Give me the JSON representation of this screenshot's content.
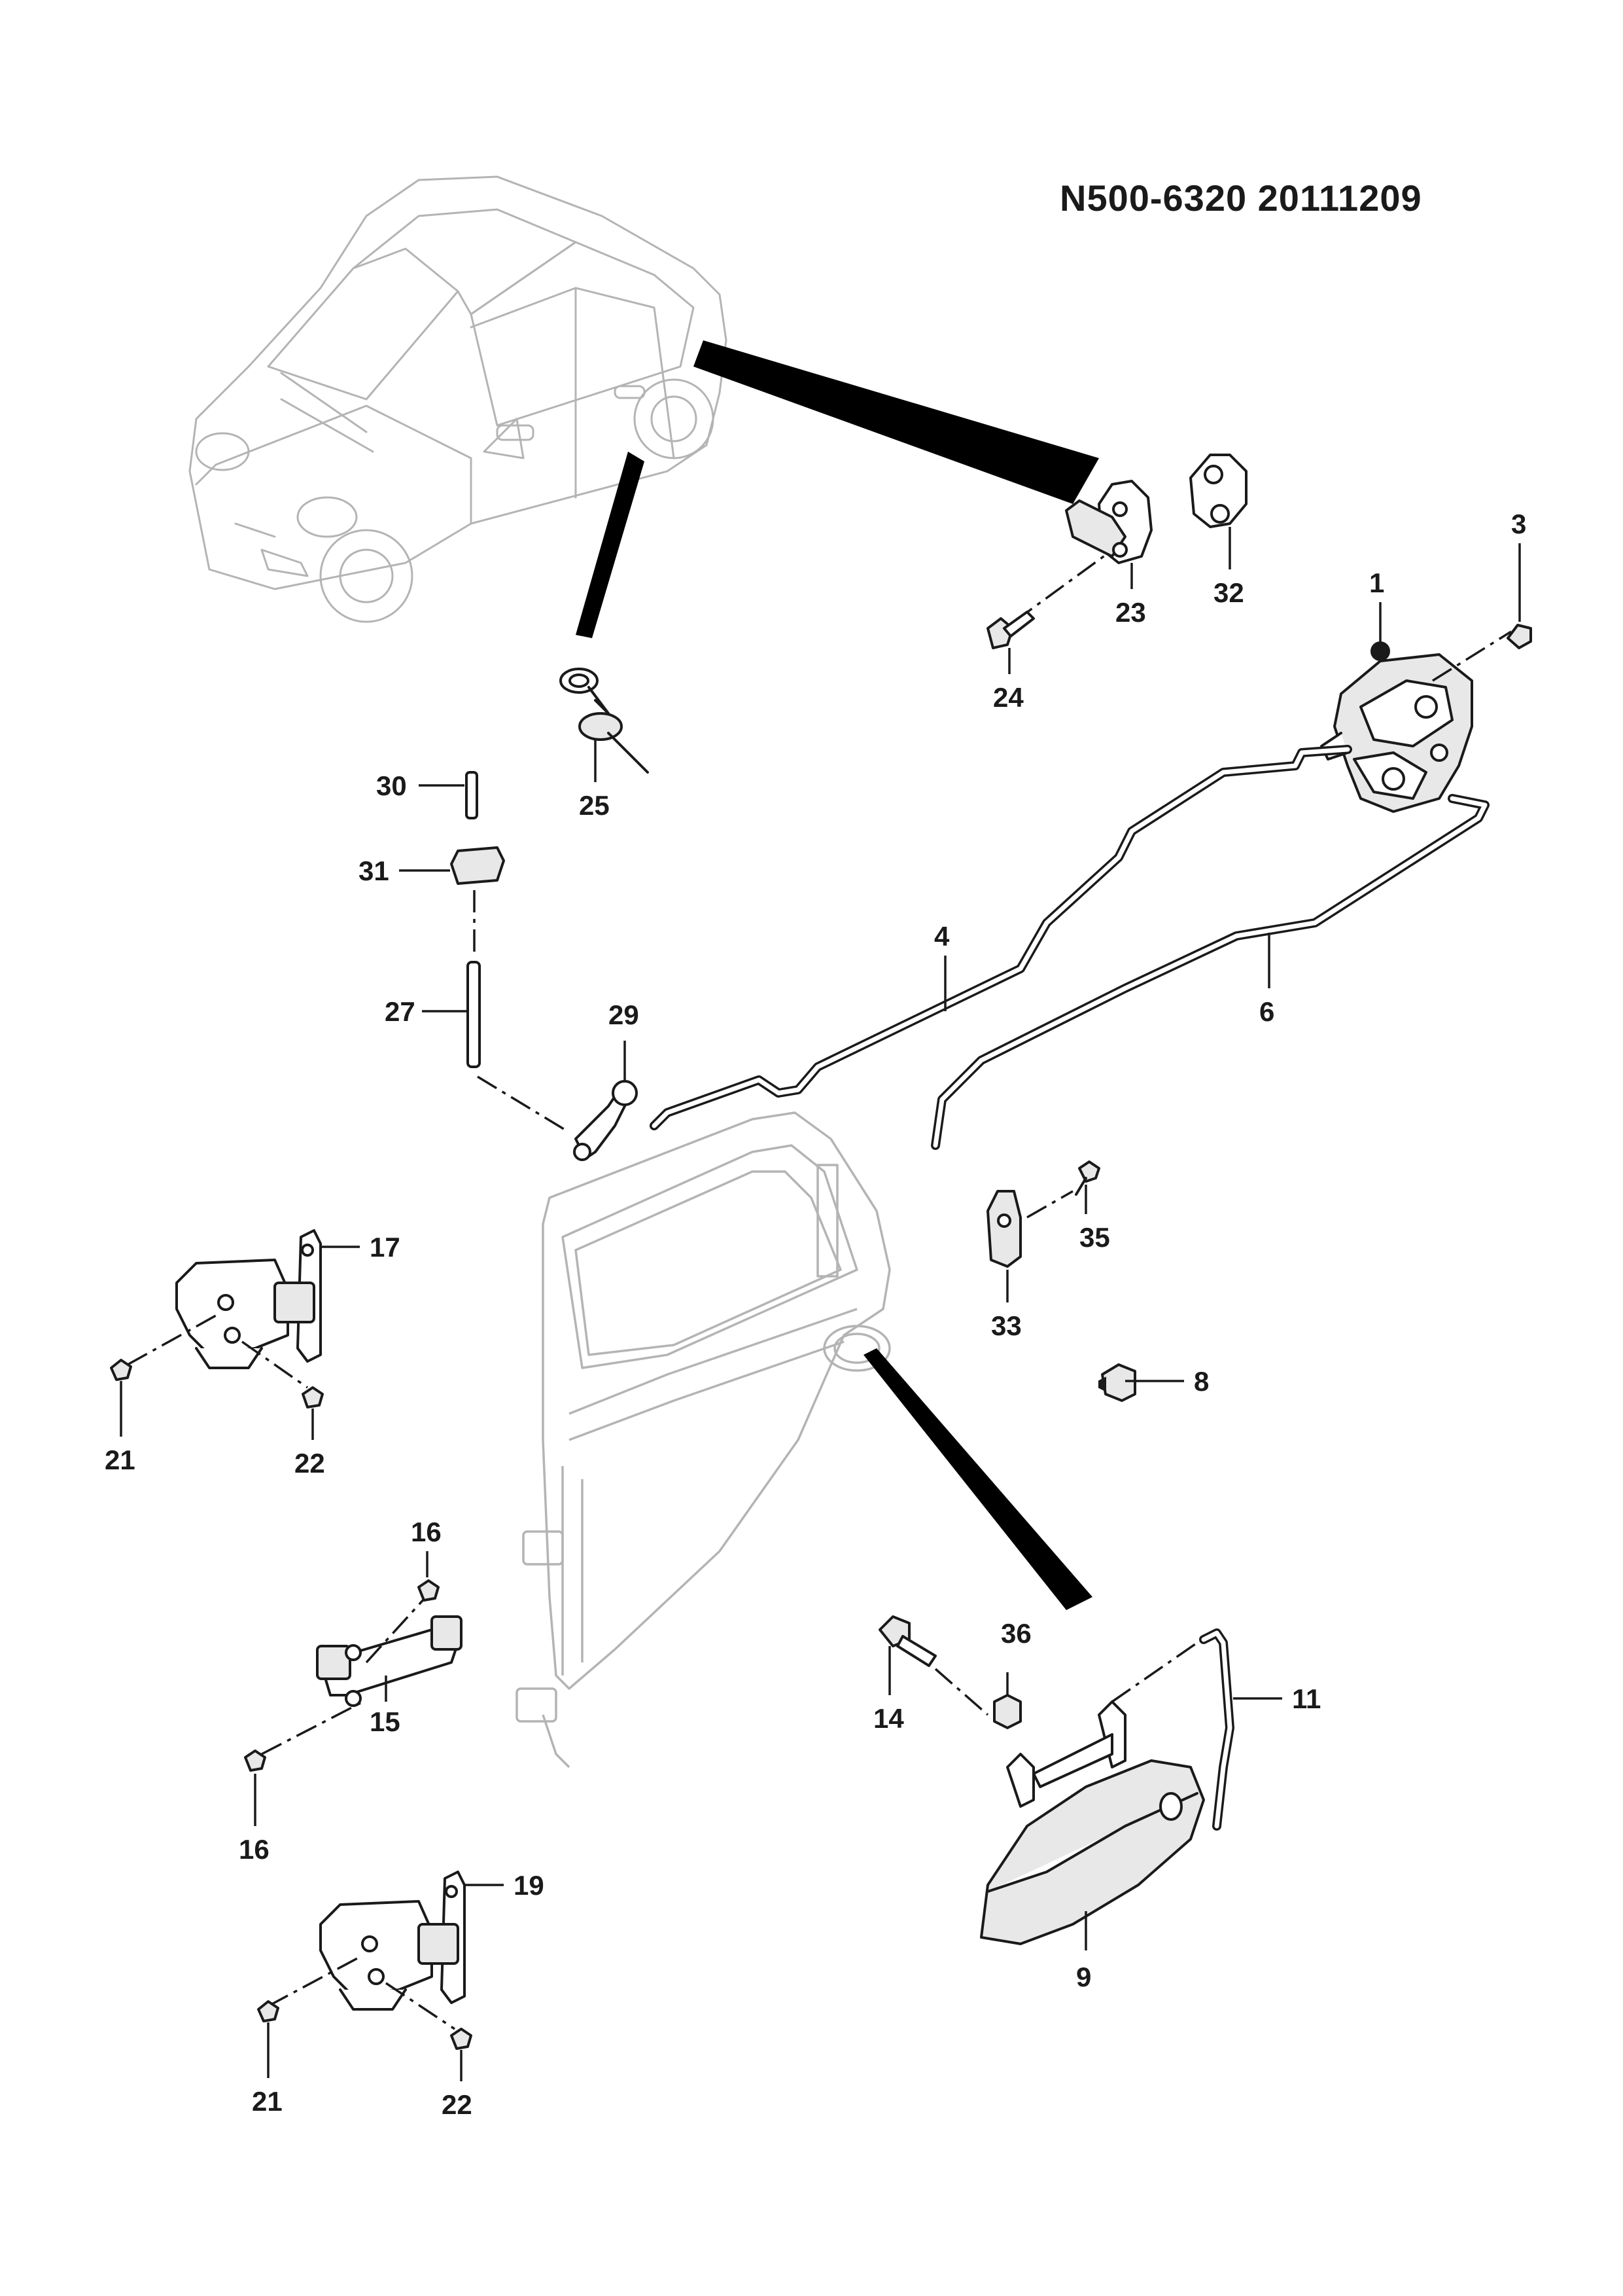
{
  "header": {
    "document_id": "N500-6320  20111209"
  },
  "callouts": [
    "1",
    "3",
    "4",
    "6",
    "8",
    "9",
    "11",
    "14",
    "15",
    "16",
    "16",
    "17",
    "19",
    "21",
    "21",
    "22",
    "22",
    "23",
    "24",
    "25",
    "27",
    "29",
    "30",
    "31",
    "32",
    "33",
    "35",
    "36"
  ],
  "colors": {
    "ink": "#1a1a1a",
    "vehicle_outline": "#b4b4b4",
    "background": "#ffffff"
  }
}
